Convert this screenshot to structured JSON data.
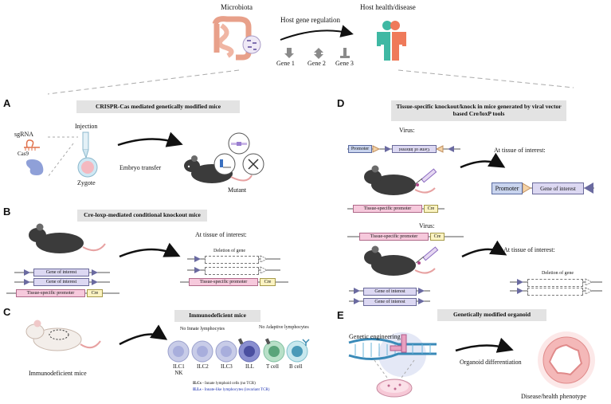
{
  "top": {
    "microbiota": "Microbiota",
    "host_gene_regulation": "Host gene regulation",
    "host_health": "Host health/disease",
    "genes": [
      "Gene 1",
      "Gene 2",
      "Gene 3"
    ]
  },
  "panelA": {
    "letter": "A",
    "title": "CRISPR-Cas mediated genetically modified mice",
    "sgrna": "sgRNA",
    "cas9": "Cas9",
    "injection": "Injection",
    "zygote": "Zygote",
    "embryo_transfer": "Embryo transfer",
    "mutant": "Mutant"
  },
  "panelB": {
    "letter": "B",
    "title": "Cre-loxp-mediated conditional knockout mice",
    "gene_of_interest": "Gene of interest",
    "tissue_promoter": "Tissue-specific promoter",
    "cre": "Cre",
    "at_tissue": "At tissue of interest:",
    "deletion": "Deletion of gene"
  },
  "panelC": {
    "letter": "C",
    "title": "Immunodeficient mice",
    "mouse_label": "Immunodeficient mice",
    "no_innate": "No Innate lymphocytes",
    "no_adaptive": "No Adaptive lymphocytes",
    "cells": [
      "ILC1\nNK",
      "ILC2",
      "ILC3",
      "ILL",
      "T cell",
      "B cell"
    ],
    "note1_bold": "ILCs",
    "note1": " - Innate lymphoid cells (no TCR)",
    "note2_bold": "ILLs",
    "note2": " - Innate-like lymphocytes (invariant TCR)"
  },
  "panelD": {
    "letter": "D",
    "title": "Tissue-specific knockout/knock in  mice  generated by viral vector based Cre/loxP  tools",
    "virus": "Virus:",
    "promoter": "Promoter",
    "gene_of_interest": "Gene of interest",
    "at_tissue": "At tissue of interest:",
    "tissue_promoter": "Tissue-specific promoter",
    "cre": "Cre",
    "deletion": "Deletion of gene"
  },
  "panelE": {
    "letter": "E",
    "title": "Genetically modified organoid",
    "genetic_engineering": "Genetic engineering",
    "organoid_diff": "Organoid differentiation",
    "phenotype": "Disease/health phenotype"
  },
  "colors": {
    "banner": "#e3e3e3",
    "gene_box": "#dcd8f2",
    "promoter_pink": "#f6c9dc",
    "cre_yellow": "#fbf3c2",
    "mouse_dark": "#3b3b3b",
    "health_teal": "#3fb8a3",
    "health_orange": "#ef7a5a"
  }
}
